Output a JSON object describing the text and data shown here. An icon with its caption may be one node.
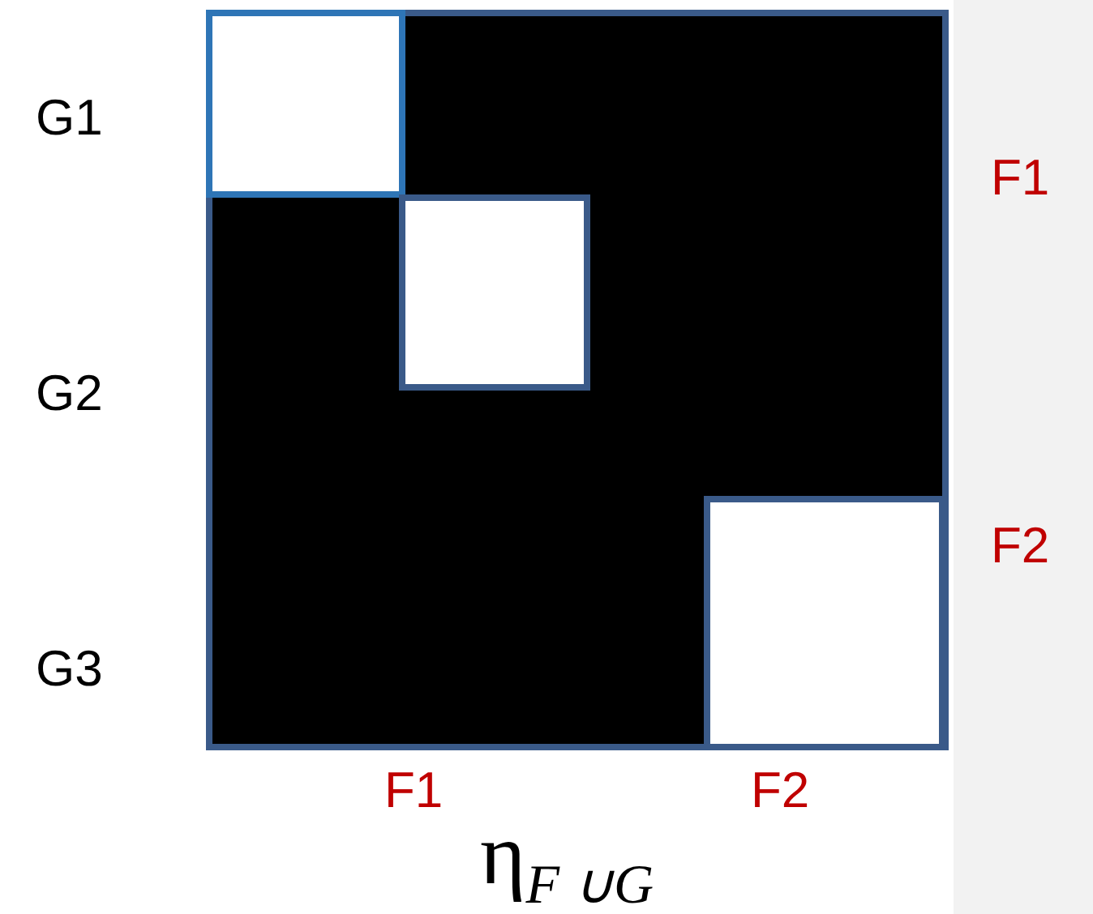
{
  "diagram": {
    "labels": [
      "G1",
      "G2",
      "G3",
      "F1",
      "F2",
      "F1",
      "F2",
      "η$_{F ∪G}$"
    ]
  }
}
